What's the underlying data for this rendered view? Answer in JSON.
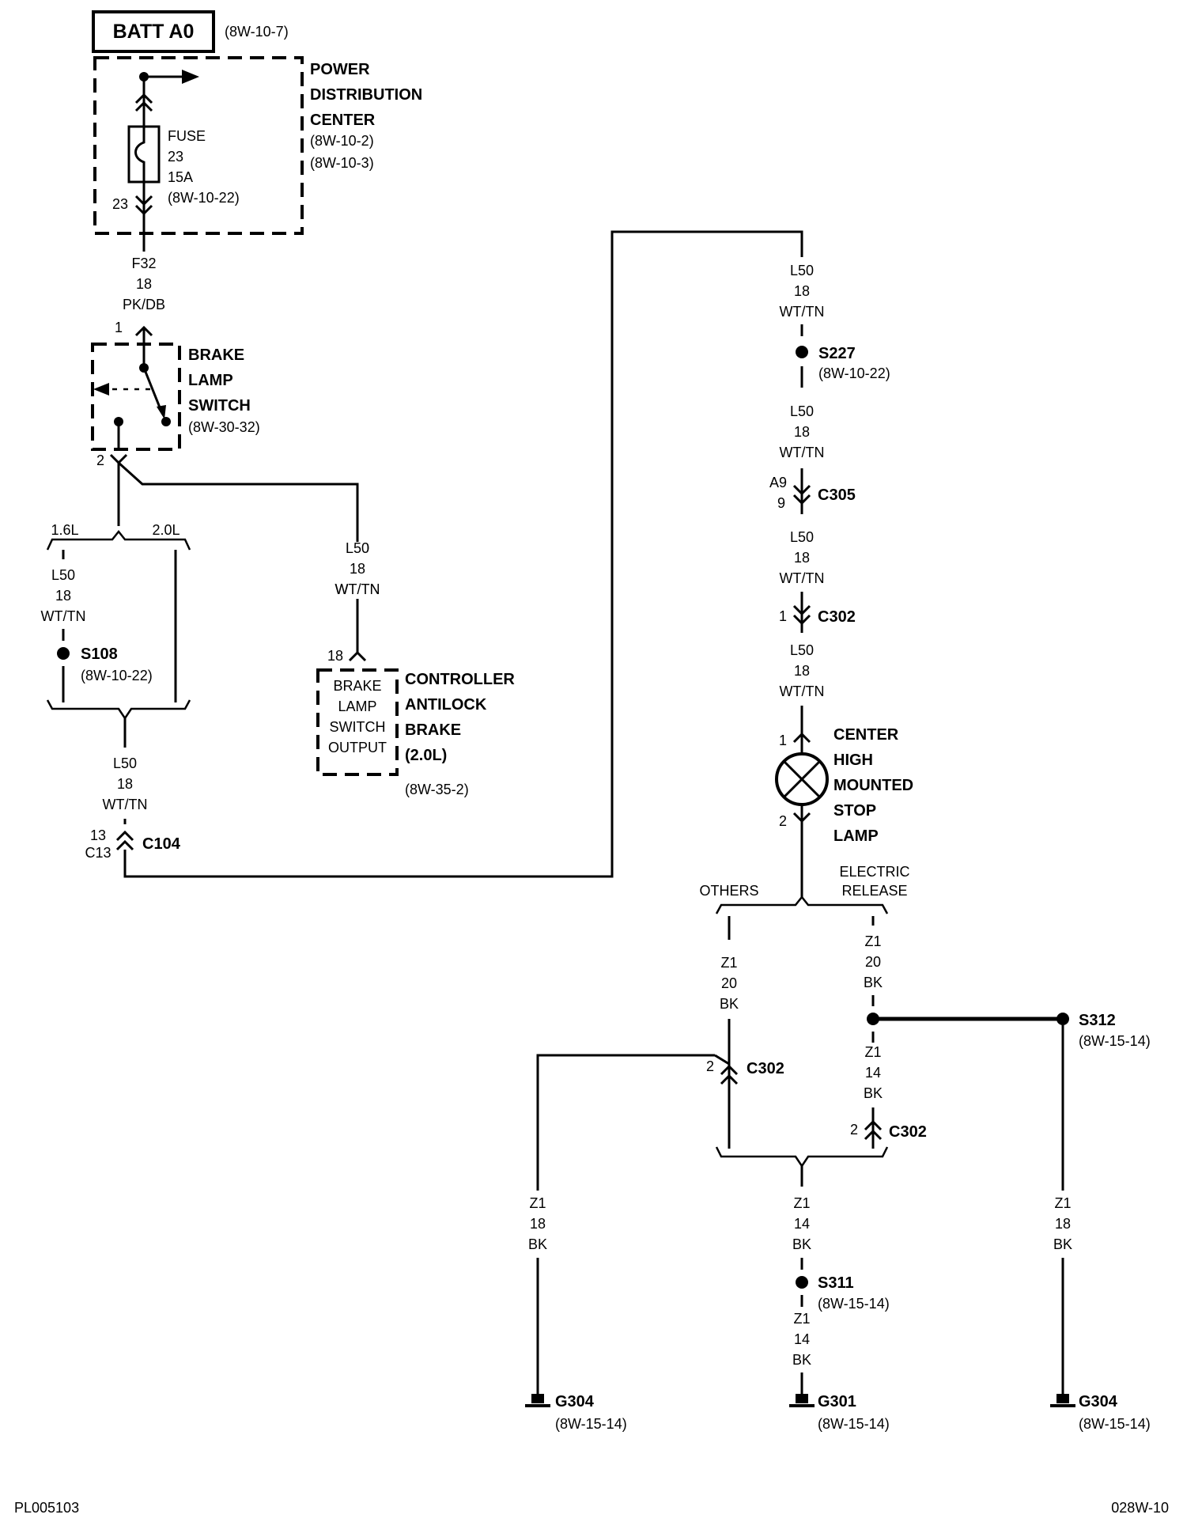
{
  "batt": {
    "label": "BATT A0",
    "ref": "(8W-10-7)"
  },
  "pdc": {
    "name": [
      "POWER",
      "DISTRIBUTION",
      "CENTER"
    ],
    "refs": [
      "(8W-10-2)",
      "(8W-10-3)"
    ]
  },
  "fuse": {
    "lines": [
      "FUSE",
      "23",
      "15A",
      "(8W-10-22)"
    ],
    "pin": "23"
  },
  "wire_f32": [
    "F32",
    "18",
    "PK/DB"
  ],
  "brake_switch": {
    "name": [
      "BRAKE",
      "LAMP",
      "SWITCH"
    ],
    "ref": "(8W-30-32)",
    "pin_in": "1",
    "pin_out": "2"
  },
  "engine_options": {
    "left": "1.6L",
    "right": "2.0L"
  },
  "wire_l50": [
    "L50",
    "18",
    "WT/TN"
  ],
  "s108": {
    "name": "S108",
    "ref": "(8W-10-22)"
  },
  "c104": {
    "name": "C104",
    "pins": [
      "13",
      "C13"
    ]
  },
  "abs": {
    "pin": "18",
    "box": [
      "BRAKE",
      "LAMP",
      "SWITCH",
      "OUTPUT"
    ],
    "name": [
      "CONTROLLER",
      "ANTILOCK",
      "BRAKE",
      "(2.0L)"
    ],
    "ref": "(8W-35-2)"
  },
  "s227": {
    "name": "S227",
    "ref": "(8W-10-22)"
  },
  "c305": {
    "name": "C305",
    "pins": [
      "A9",
      "9"
    ]
  },
  "c302_top": {
    "name": "C302",
    "pin": "1"
  },
  "chmsl": {
    "name": [
      "CENTER",
      "HIGH",
      "MOUNTED",
      "STOP",
      "LAMP"
    ],
    "pin_in": "1",
    "pin_out": "2"
  },
  "branch_options": {
    "left": "OTHERS",
    "right": [
      "ELECTRIC",
      "RELEASE"
    ]
  },
  "wire_z1_20": [
    "Z1",
    "20",
    "BK"
  ],
  "wire_z1_14": [
    "Z1",
    "14",
    "BK"
  ],
  "wire_z1_18": [
    "Z1",
    "18",
    "BK"
  ],
  "c302_left": {
    "name": "C302",
    "pin": "2"
  },
  "c302_right": {
    "name": "C302",
    "pin": "2"
  },
  "s312": {
    "name": "S312",
    "ref": "(8W-15-14)"
  },
  "s311": {
    "name": "S311",
    "ref": "(8W-15-14)"
  },
  "g304_left": {
    "name": "G304",
    "ref": "(8W-15-14)"
  },
  "g301": {
    "name": "G301",
    "ref": "(8W-15-14)"
  },
  "g304_right": {
    "name": "G304",
    "ref": "(8W-15-14)"
  },
  "footer": {
    "left": "PL005103",
    "right": "028W-10"
  }
}
